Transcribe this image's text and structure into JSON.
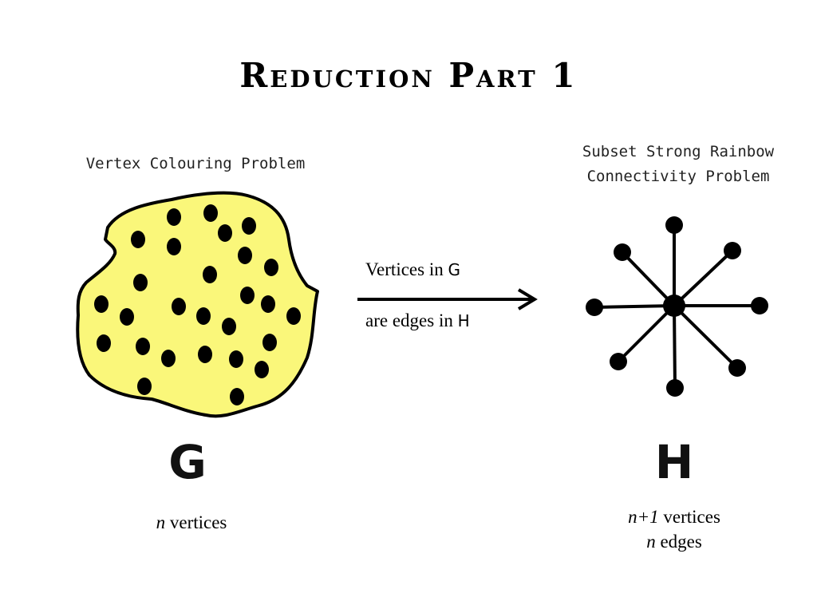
{
  "title": "Reduction Part 1",
  "left": {
    "problem": "Vertex Colouring Problem",
    "graph_label": "G",
    "count_var": "n",
    "count_text": " vertices",
    "blob_color": "#faf77a"
  },
  "right": {
    "problem_line1": "Subset Strong Rainbow",
    "problem_line2": "Connectivity Problem",
    "graph_label": "H",
    "vertices_var": "n+1",
    "vertices_text": " vertices",
    "edges_var": "n",
    "edges_text": " edges"
  },
  "arrow": {
    "top_text": "Vertices in ",
    "top_graph": "G",
    "bottom_text": "are edges in ",
    "bottom_graph": "H"
  }
}
